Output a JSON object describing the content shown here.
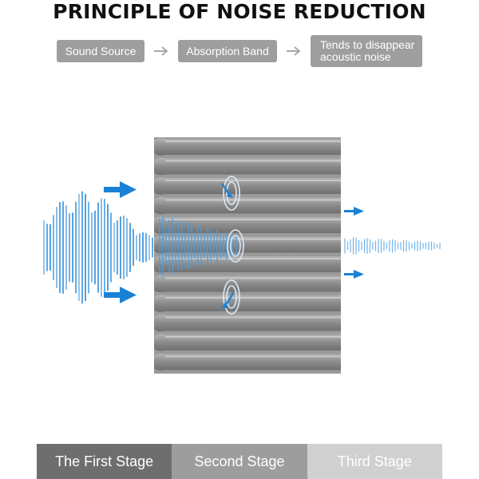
{
  "title": "PRINCIPLE OF NOISE REDUCTION",
  "flow": {
    "source_label": "Sound Source",
    "band_label": "Absorption Band",
    "result_line1": "Tends to disappear",
    "result_line2": "acoustic noise"
  },
  "stages": [
    {
      "label": "The First Stage",
      "color": "#6e6e6e"
    },
    {
      "label": "Second Stage",
      "color": "#9d9d9d"
    },
    {
      "label": "Third Stage",
      "color": "#d0d0d0"
    }
  ],
  "colors": {
    "accent_blue": "#1a82d6",
    "pill_gray": "#9e9e9e",
    "foam_gray": "#8f8f8f"
  },
  "icons": [
    "right-arrow-icon",
    "blue-arrow-icon",
    "sound-wave-icon",
    "swirl-icon"
  ]
}
